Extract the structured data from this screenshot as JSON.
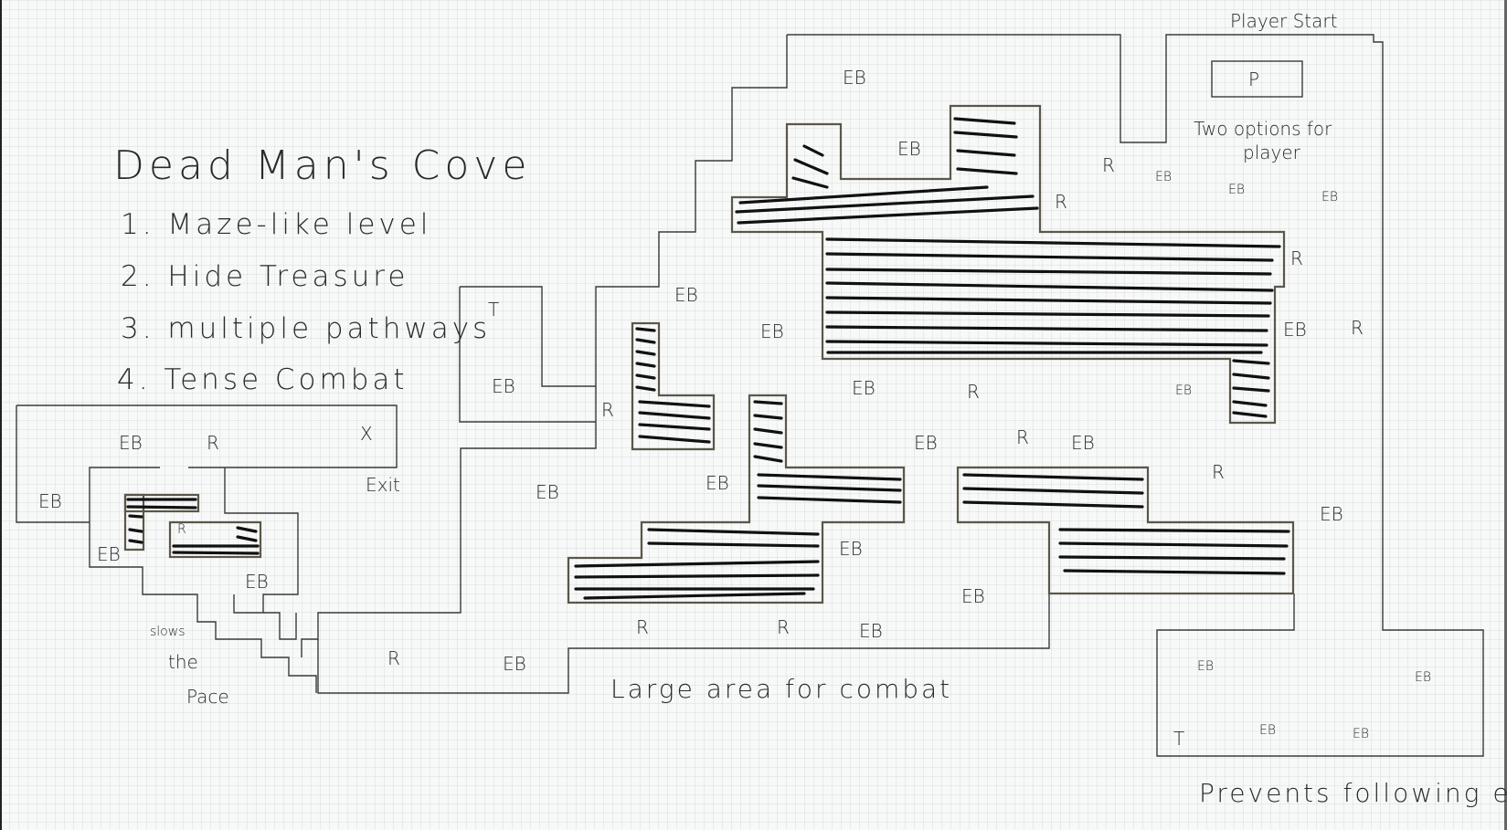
{
  "title": "Dead Man's Cove",
  "goals": [
    "1. Maze-like level",
    "2. Hide Treasure",
    "3. multiple pathways",
    "4. Tense Combat"
  ],
  "labels": {
    "player_start": "Player Start",
    "player_marker": "P",
    "two_options": [
      "Two options for",
      "player"
    ],
    "exit": "Exit",
    "exit_marker": "X",
    "slows_pace": [
      "slows",
      "the",
      "Pace"
    ],
    "large_area": "Large area for combat",
    "prevents": "Prevents following edge"
  },
  "markers": {
    "enemy": "EB",
    "reward": "R",
    "treasure": "T"
  },
  "colors": {
    "background": "#f7f8f8",
    "ink": "#2a2a2a",
    "wall": "#3a3a3a",
    "block_outline": "#5a5749",
    "scribble": "#111111"
  }
}
